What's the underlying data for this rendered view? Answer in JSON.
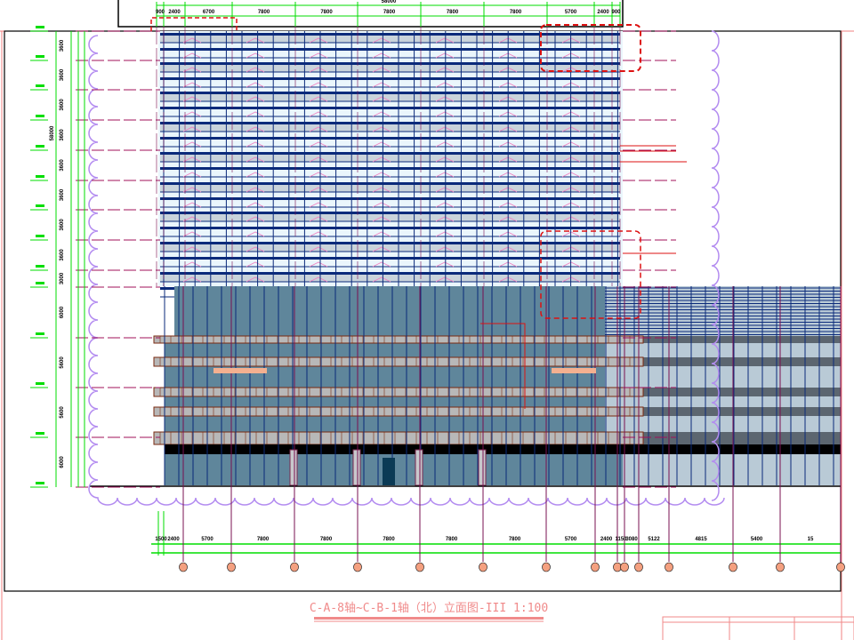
{
  "drawing": {
    "title": "C-A-8轴~C-B-1轴（北）立面图-III  1:100",
    "top_total": "58000",
    "top_dims": [
      "900",
      "2400",
      "6700",
      "7800",
      "7800",
      "7800",
      "7800",
      "7800",
      "5700",
      "2400",
      "900"
    ],
    "bottom_dims": [
      "1500",
      "2400",
      "5700",
      "7800",
      "7800",
      "7800",
      "7800",
      "7800",
      "5700",
      "2400",
      "1150",
      "3080",
      "5122",
      "4815",
      "5400",
      "15"
    ],
    "left_outer_dims": [
      "3600",
      "3600",
      "3600",
      "3600",
      "3600",
      "3600",
      "3600",
      "3600",
      "3000",
      "6000",
      "5600",
      "5600",
      "6000"
    ],
    "left_total": "58000",
    "colors": {
      "axis": "#00dd00",
      "glass": "#5f869b",
      "frame": "#0a2a7a",
      "cloud": "#b38cf0",
      "revision": "#dd1111",
      "title": "#f08a8a"
    }
  }
}
